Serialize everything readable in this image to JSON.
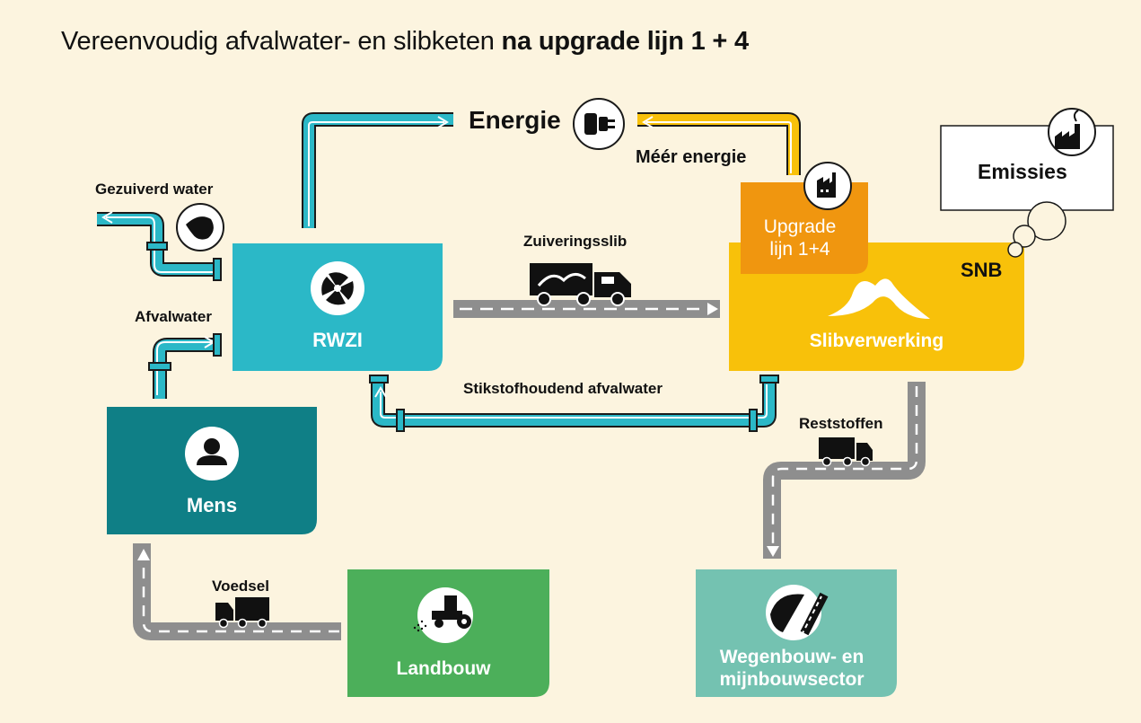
{
  "title": {
    "regular": "Vereenvoudig afvalwater- en slibketen ",
    "bold": "na upgrade lijn 1 + 4"
  },
  "labels": {
    "energie": "Energie",
    "meer_energie": "Méér energie",
    "emissies": "Emissies",
    "gezuiverd_water": "Gezuiverd water",
    "afvalwater": "Afvalwater",
    "zuiveringsslib": "Zuiveringsslib",
    "stikstof": "Stikstofhoudend afvalwater",
    "reststoffen": "Reststoffen",
    "voedsel": "Voedsel",
    "snb": "SNB"
  },
  "nodes": {
    "rwzi": "RWZI",
    "slib": "Slibverwerking",
    "upgrade_line1": "Upgrade",
    "upgrade_line2": "lijn 1+4",
    "mens": "Mens",
    "landbouw": "Landbouw",
    "wegenbouw_line1": "Wegenbouw- en",
    "wegenbouw_line2": "mijnbouwsector"
  },
  "colors": {
    "background": "#fcf4df",
    "water_blue": "#2bb8c7",
    "teal": "#0f7f86",
    "yellow": "#f8c10a",
    "orange": "#f0960f",
    "green": "#4caf5a",
    "mint": "#74c2b1",
    "road_grey": "#8e8e8e"
  },
  "icons": [
    "plug-icon",
    "water-drop-icon",
    "fan-icon",
    "truck-icon",
    "factory-icon",
    "sludge-icon",
    "person-icon",
    "tractor-icon",
    "road-icon"
  ]
}
